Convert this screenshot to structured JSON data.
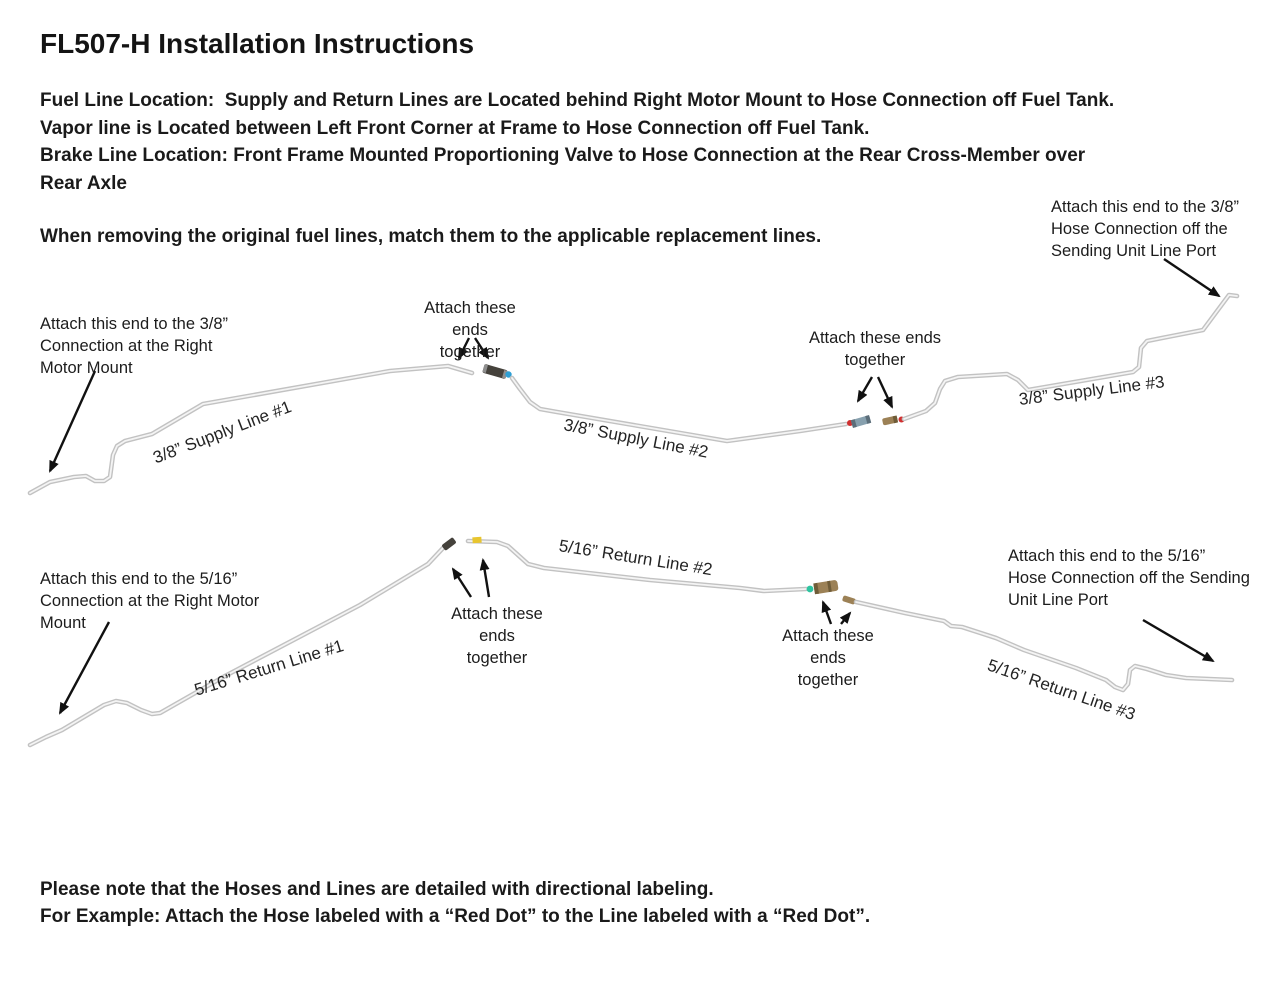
{
  "header": {
    "title": "FL507-H Installation Instructions",
    "intro": "Fuel Line Location:  Supply and Return Lines are Located behind Right Motor Mount to Hose Connection off Fuel Tank.\nVapor line is Located between Left Front Corner at Frame to Hose Connection off Fuel Tank.\nBrake Line Location: Front Frame Mounted Proportioning Valve to Hose Connection at the Rear Cross-Member over\nRear Axle",
    "match_note": "When removing the original fuel lines, match them to the applicable replacement lines."
  },
  "diagram": {
    "supply": {
      "label1": "3/8” Supply Line #1",
      "label2": "3/8” Supply Line #2",
      "label3": "3/8” Supply Line #3",
      "ann_left": "Attach this end to the 3/8”\nConnection at the Right\nMotor Mount",
      "ann_join1": "Attach these ends\ntogether",
      "ann_join2": "Attach these ends\ntogether",
      "ann_right": "Attach this end to the 3/8”\nHose Connection off the\nSending Unit Line Port"
    },
    "return": {
      "label1": "5/16” Return Line #1",
      "label2": "5/16” Return Line #2",
      "label3": "5/16” Return Line #3",
      "ann_left": "Attach this end to the 5/16”\nConnection at the Right Motor\nMount",
      "ann_join1": "Attach these ends\ntogether",
      "ann_join2": "Attach these ends\ntogether",
      "ann_right": "Attach this end to the 5/16”\nHose Connection off the Sending\nUnit Line Port"
    },
    "colors": {
      "tube": "#c2c2c2",
      "dot_blue": "#2e9fd4",
      "dot_red": "#d03030",
      "dot_yellow": "#e8c52e",
      "dot_teal": "#2ec4a0",
      "fitting_dark": "#45423c",
      "fitting_silver": "#87a0ae",
      "fitting_brass": "#9c8156"
    }
  },
  "footer": {
    "note": "Please note that the Hoses and Lines are detailed with directional labeling.\nFor Example: Attach the Hose labeled with a “Red Dot” to the Line labeled with a “Red Dot”."
  }
}
